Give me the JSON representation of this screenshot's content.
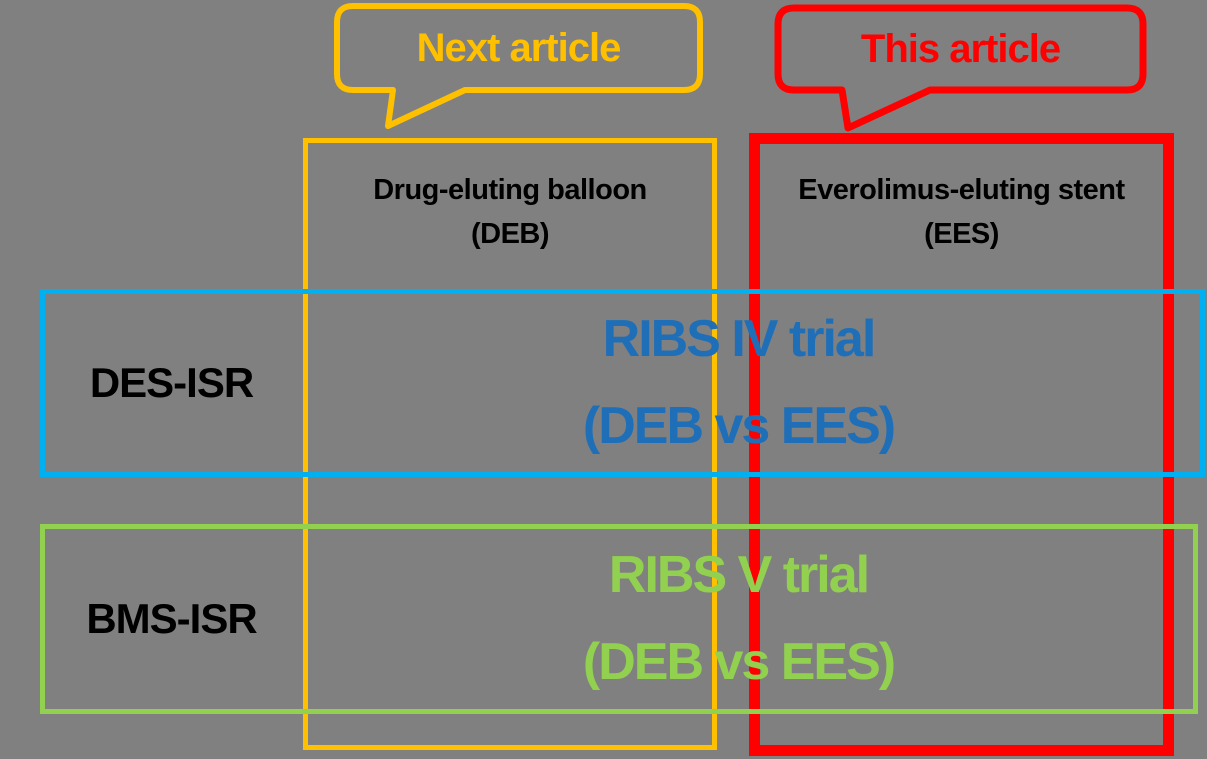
{
  "canvas": {
    "background": "#808080"
  },
  "callouts": {
    "next": {
      "label": "Next article",
      "color": "#FFC000"
    },
    "this": {
      "label": "This article",
      "color": "#FF0000"
    }
  },
  "columns": {
    "deb": {
      "title_line1": "Drug-eluting balloon",
      "title_line2": "(DEB)",
      "border_color": "#FFC000"
    },
    "ees": {
      "title_line1": "Everolimus-eluting stent",
      "title_line2": "(EES)",
      "border_color": "#FF0000"
    }
  },
  "rows": {
    "des_isr": {
      "label": "DES-ISR",
      "border_color": "#00B0F0",
      "trial": {
        "line1": "RIBS IV trial",
        "line2": "(DEB vs EES)",
        "color": "#1E6FB8"
      }
    },
    "bms_isr": {
      "label": "BMS-ISR",
      "border_color": "#92D050",
      "trial": {
        "line1": "RIBS V trial",
        "line2": "(DEB vs EES)",
        "color": "#92D050"
      }
    }
  }
}
